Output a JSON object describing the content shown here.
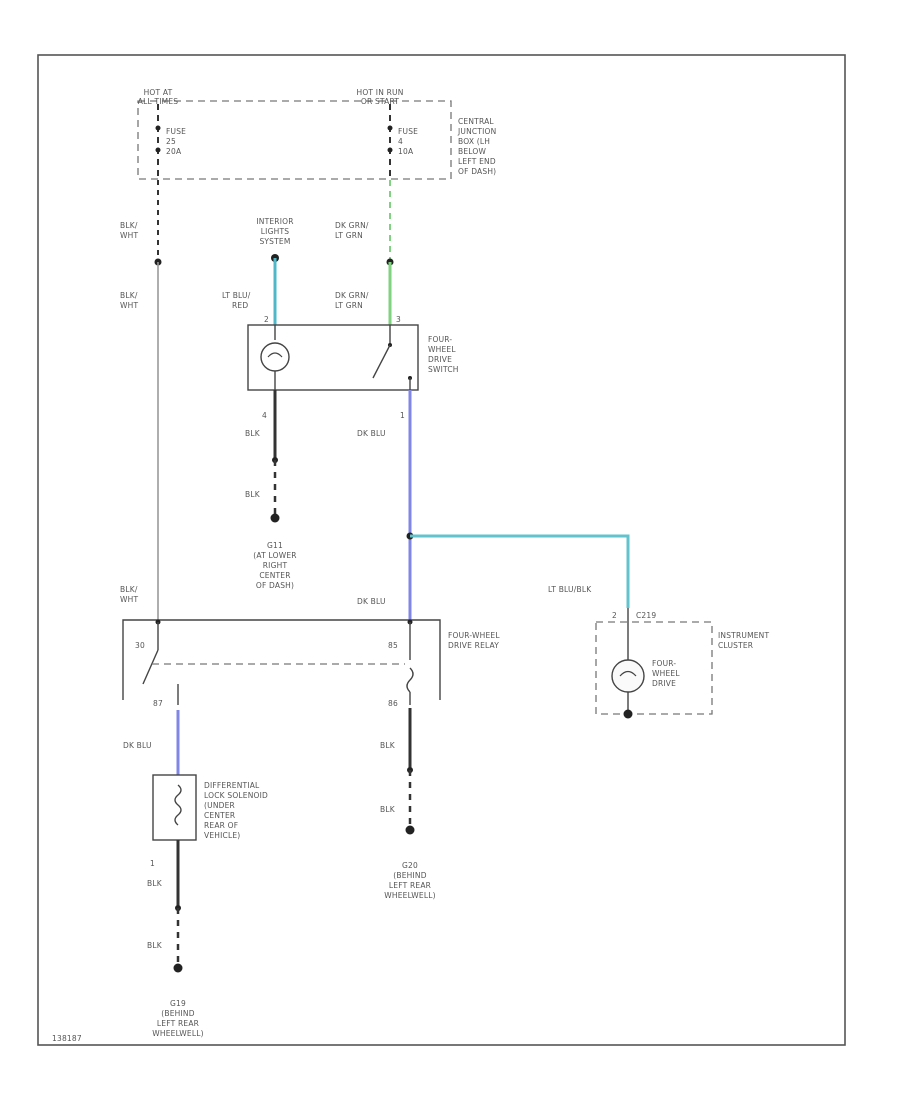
{
  "diagram": {
    "id": "138187",
    "colors": {
      "blk": "#333333",
      "blk_wht": "#bbbbbb",
      "dk_grn_lt_grn": "#7fd27f",
      "lt_blu_red": "#4fb8c8",
      "dk_blu": "#7f86e6",
      "lt_blu_blk": "#62c3cc",
      "frame": "#555555"
    },
    "power": {
      "hot_at_all_times": [
        "HOT AT",
        "ALL TIMES"
      ],
      "hot_in_run_or_start": [
        "HOT IN RUN",
        "OR START"
      ],
      "fuse_left": [
        "FUSE",
        "25",
        "20A"
      ],
      "fuse_right": [
        "FUSE",
        "4",
        "10A"
      ],
      "central_junction_box": [
        "CENTRAL",
        "JUNCTION",
        "BOX (LH",
        "BELOW",
        "LEFT END",
        "OF DASH)"
      ]
    },
    "wires": {
      "blk_wht_top": [
        "BLK/",
        "WHT"
      ],
      "blk_wht_mid": [
        "BLK/",
        "WHT"
      ],
      "blk_wht_low": [
        "BLK/",
        "WHT"
      ],
      "dk_grn_lt_grn_top": [
        "DK GRN/",
        "LT GRN"
      ],
      "dk_grn_lt_grn_switch": [
        "DK GRN/",
        "LT GRN"
      ],
      "lt_blu_red": [
        "LT BLU/",
        "RED"
      ],
      "dk_blu_switch": "DK BLU",
      "dk_blu_relay": "DK BLU",
      "dk_blu_solenoid": "DK BLU",
      "lt_blu_blk": "LT BLU/BLK",
      "blk_1": "BLK",
      "blk_2": "BLK",
      "blk_3": "BLK",
      "blk_4": "BLK",
      "blk_5": "BLK",
      "blk_6": "BLK"
    },
    "components": {
      "interior_lights_system": [
        "INTERIOR",
        "LIGHTS",
        "SYSTEM"
      ],
      "four_wheel_drive_switch": [
        "FOUR-",
        "WHEEL",
        "DRIVE",
        "SWITCH"
      ],
      "four_wheel_drive_relay": [
        "FOUR-WHEEL",
        "DRIVE RELAY"
      ],
      "instrument_cluster": [
        "INSTRUMENT",
        "CLUSTER"
      ],
      "four_wheel_drive_lamp": [
        "FOUR-",
        "WHEEL",
        "DRIVE"
      ],
      "differential_lock_solenoid": [
        "DIFFERENTIAL",
        "LOCK SOLENOID",
        "(UNDER",
        "CENTER",
        "REAR OF",
        "VEHICLE)"
      ]
    },
    "grounds": {
      "g_switch": [
        "G11",
        "(AT LOWER",
        "RIGHT",
        "CENTER",
        "OF DASH)"
      ],
      "g_relay": [
        "G20",
        "(BEHIND",
        "LEFT REAR",
        "WHEELWELL)"
      ],
      "g_solenoid": [
        "G19",
        "(BEHIND",
        "LEFT REAR",
        "WHEELWELL)"
      ]
    },
    "pins": {
      "switch_left_top": "2",
      "switch_right_top": "3",
      "switch_left_bottom": "4",
      "switch_right_bottom": "1",
      "relay_left_top": "30",
      "relay_right_top": "85",
      "relay_left_bottom": "87",
      "relay_right_bottom": "86",
      "cluster_top": "C219",
      "cluster_pin": "2",
      "solenoid_bottom": "1"
    }
  }
}
